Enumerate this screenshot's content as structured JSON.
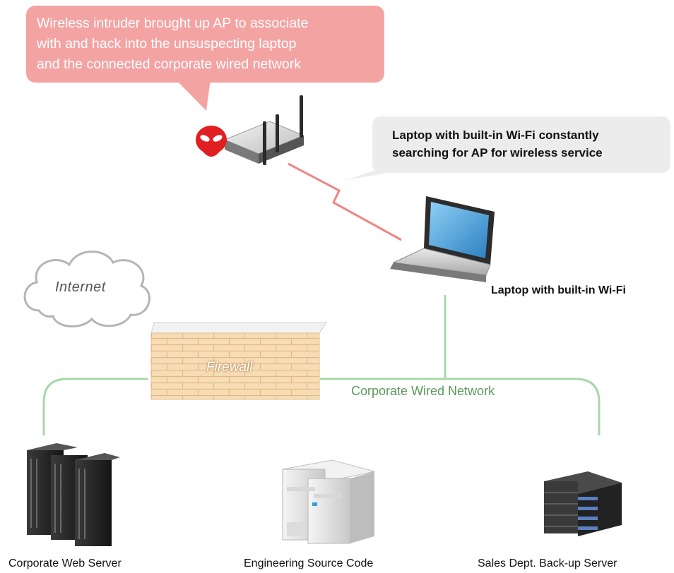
{
  "callouts": {
    "intruder": "Wireless intruder brought up AP to associate\nwith and hack into the unsuspecting laptop\nand the connected corporate wired network",
    "laptop": "Laptop with built-in Wi-Fi constantly\nsearching for AP for wireless service"
  },
  "labels": {
    "laptop": "Laptop with built-in Wi-Fi",
    "internet": "Internet",
    "firewall": "Firewall",
    "network": "Corporate Wired Network"
  },
  "servers": [
    {
      "label": "Corporate Web Server"
    },
    {
      "label": "Engineering Source Code"
    },
    {
      "label": "Sales Dept. Back-up Server"
    }
  ],
  "colors": {
    "intruder_callout": "#f4a3a3",
    "laptop_callout": "#ececec",
    "network_line": "#a8d8a8",
    "wireless_link": "#f07070",
    "firewall_brick": "#f5d9b0"
  }
}
